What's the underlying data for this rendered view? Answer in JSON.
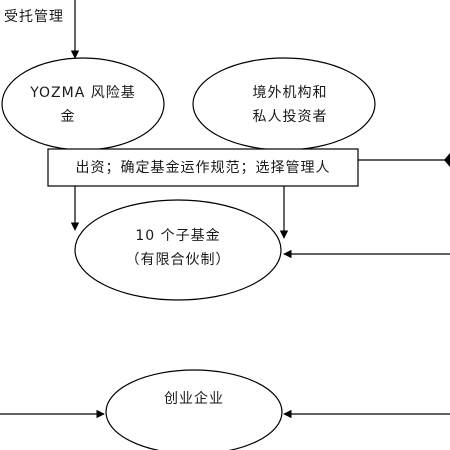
{
  "diagram": {
    "nodes": {
      "top_left_label": "受托管理",
      "yozma_fund": {
        "line1": "YOZMA 风险基",
        "line2": "金"
      },
      "overseas_investors": {
        "line1": "境外机构和",
        "line2": "私人投资者"
      },
      "process_box": "出资；确定基金运作规范；选择管理人",
      "sub_funds": {
        "line1": "10 个子基金",
        "line2": "（有限合伙制）"
      },
      "venture_companies": "创业企业"
    }
  }
}
